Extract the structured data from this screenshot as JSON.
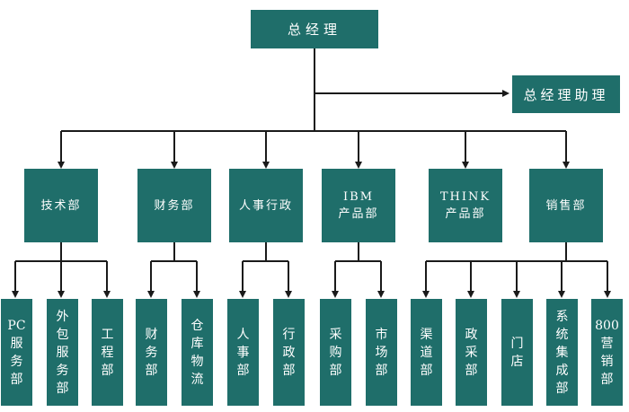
{
  "top": {
    "label": "总经理"
  },
  "assistant": {
    "label": "总经理助理"
  },
  "departments": [
    {
      "id": "tech",
      "lines": [
        "技术部"
      ]
    },
    {
      "id": "finance",
      "lines": [
        "财务部"
      ]
    },
    {
      "id": "hr",
      "lines": [
        "人事行政"
      ]
    },
    {
      "id": "ibm",
      "lines": [
        "IBM",
        "产品部"
      ]
    },
    {
      "id": "think",
      "lines": [
        "THINK",
        "产品部"
      ]
    },
    {
      "id": "sales",
      "lines": [
        "销售部"
      ]
    }
  ],
  "subunits": [
    {
      "parent": "tech",
      "chars": [
        "PC",
        "服",
        "务",
        "部"
      ]
    },
    {
      "parent": "tech",
      "chars": [
        "外",
        "包",
        "服",
        "务",
        "部"
      ]
    },
    {
      "parent": "tech",
      "chars": [
        "工",
        "程",
        "部"
      ]
    },
    {
      "parent": "finance",
      "chars": [
        "财",
        "务",
        "部"
      ]
    },
    {
      "parent": "finance",
      "chars": [
        "仓",
        "库",
        "物",
        "流"
      ]
    },
    {
      "parent": "hr",
      "chars": [
        "人",
        "事",
        "部"
      ]
    },
    {
      "parent": "hr",
      "chars": [
        "行",
        "政",
        "部"
      ]
    },
    {
      "parent": "ibm",
      "chars": [
        "采",
        "购",
        "部"
      ]
    },
    {
      "parent": "ibm",
      "chars": [
        "市",
        "场",
        "部"
      ]
    },
    {
      "parent": "sales",
      "chars": [
        "渠",
        "道",
        "部"
      ]
    },
    {
      "parent": "sales",
      "chars": [
        "政",
        "采",
        "部"
      ]
    },
    {
      "parent": "sales",
      "chars": [
        "门",
        "店"
      ]
    },
    {
      "parent": "sales",
      "chars": [
        "系",
        "统",
        "集",
        "成",
        "部"
      ]
    },
    {
      "parent": "sales",
      "chars": [
        "800",
        "营",
        "销",
        "部"
      ]
    }
  ],
  "colors": {
    "box": "#1f6e6a",
    "line": "#1a1a1a",
    "text": "#ffffff"
  }
}
